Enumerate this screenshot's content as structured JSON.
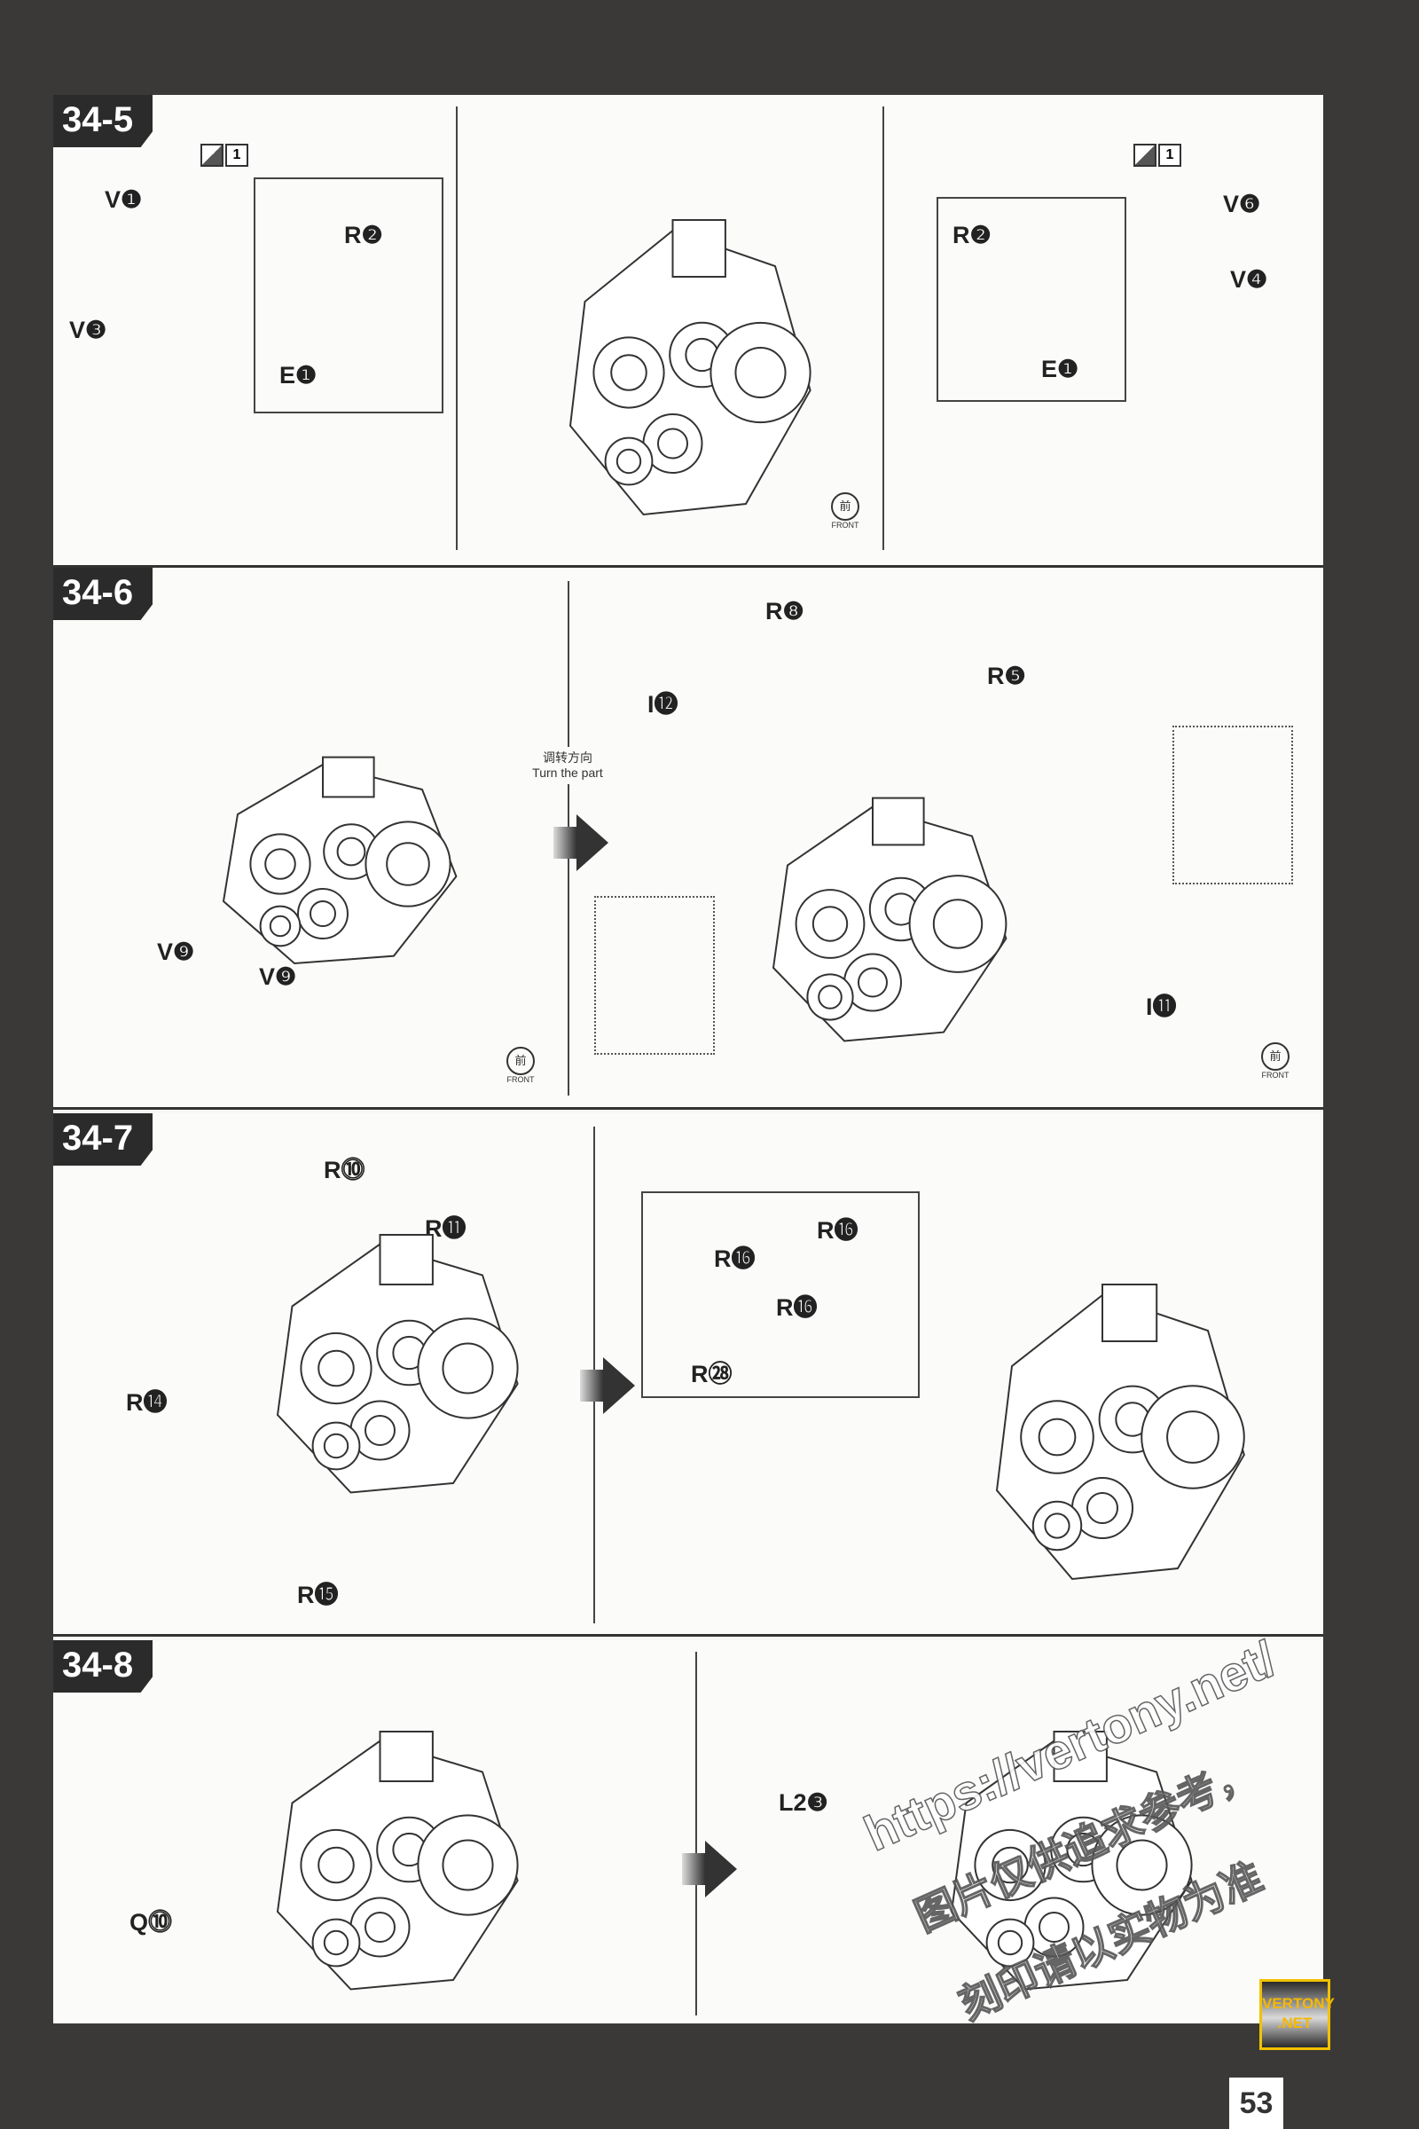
{
  "page_number": "53",
  "logo": {
    "line1": "VERTONY",
    "line2": ".NET"
  },
  "watermark": {
    "line1": "https://vertony.net/",
    "line2": "图片仅供追求参考，",
    "line3": "刻印请以实物为准"
  },
  "steps": [
    {
      "id": "34-5",
      "labels": [
        "V❶",
        "V❸",
        "R❷",
        "E❶",
        "R❷",
        "E❶",
        "V❻",
        "V❹"
      ],
      "icon_num": "1"
    },
    {
      "id": "34-6",
      "labels": [
        "R❽",
        "R❺",
        "I⓬",
        "V❾",
        "V❾",
        "I⓫"
      ],
      "turn": {
        "zh": "调转方向",
        "en": "Turn the part"
      },
      "front": {
        "zh": "前",
        "en": "FRONT"
      }
    },
    {
      "id": "34-7",
      "labels": [
        "R⓾",
        "R⓫",
        "R⓮",
        "R⓯",
        "R⓰",
        "R⓰",
        "R⓰",
        "R㉘"
      ]
    },
    {
      "id": "34-8",
      "labels": [
        "Q⓾",
        "L2❸"
      ]
    }
  ]
}
